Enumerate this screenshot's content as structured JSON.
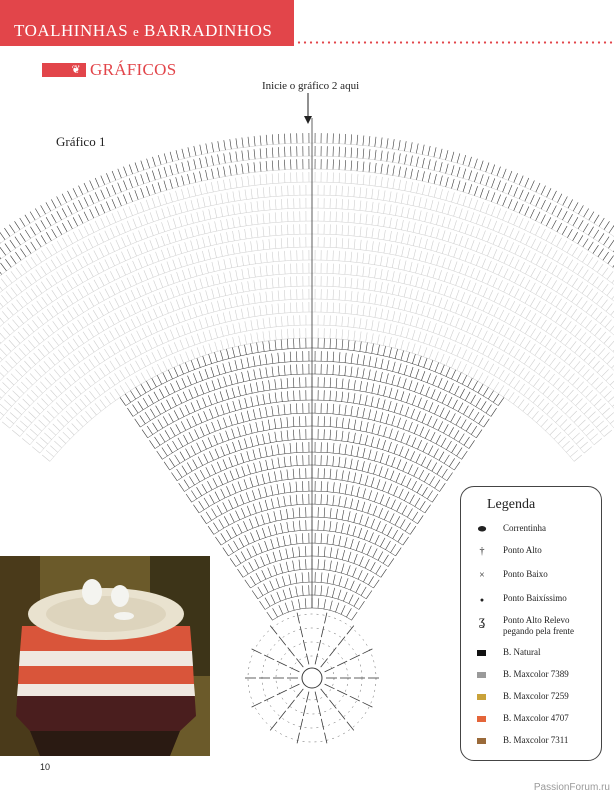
{
  "header": {
    "title_part1": "TOALHINHAS",
    "title_part2": "e",
    "title_part3": "BARRADINHOS",
    "accent_color": "#e2454a"
  },
  "section": {
    "icon": "ornament-icon",
    "icon_glyph": "❦",
    "title": "GRÁFICOS"
  },
  "start_note": "Inicie o gráfico 2 aqui",
  "chart": {
    "title": "Gráfico 1",
    "outer_stitch_color": "#cfcfcf",
    "inner_stitch_color": "#3a3a3a"
  },
  "photo": {
    "description_icon": "tablecloth-photo",
    "colors": {
      "table": "#e9e2cf",
      "stripe_red": "#d9553a",
      "stripe_dark": "#4a1e1e",
      "stripe_white": "#efe8e0"
    }
  },
  "legend": {
    "title": "Legenda",
    "items": [
      {
        "symbol": "chain-icon",
        "glyph": "⬬",
        "label": "Correntinha"
      },
      {
        "symbol": "double-crochet-icon",
        "glyph": "†",
        "label": "Ponto Alto"
      },
      {
        "symbol": "single-crochet-icon",
        "glyph": "×",
        "label": "Ponto Baixo"
      },
      {
        "symbol": "slip-stitch-icon",
        "glyph": "●",
        "label": "Ponto Baixíssimo"
      },
      {
        "symbol": "front-post-icon",
        "glyph": "ʓ",
        "label": "Ponto Alto Relevo pegando pela frente"
      },
      {
        "symbol": "swatch",
        "color": "#111111",
        "label": "B. Natural"
      },
      {
        "symbol": "swatch",
        "color": "#9a9a9a",
        "label": "B. Maxcolor 7389"
      },
      {
        "symbol": "swatch",
        "color": "#c9a23a",
        "label": "B. Maxcolor 7259"
      },
      {
        "symbol": "swatch",
        "color": "#e4653a",
        "label": "B. Maxcolor 4707"
      },
      {
        "symbol": "swatch",
        "color": "#9a6a3a",
        "label": "B. Maxcolor 7311"
      }
    ]
  },
  "page_number": "10",
  "watermark": "PassionForum.ru"
}
